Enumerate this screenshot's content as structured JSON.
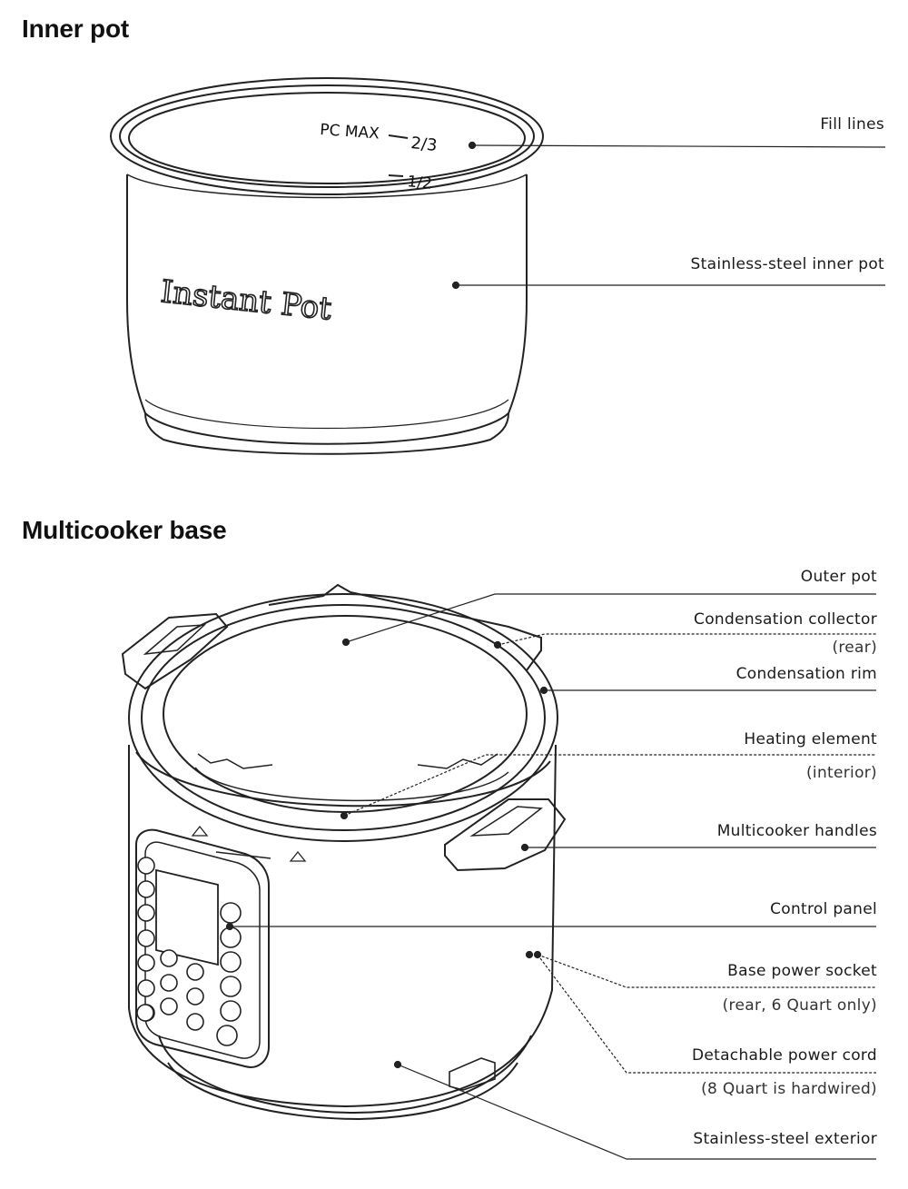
{
  "sections": {
    "inner_pot": {
      "title": "Inner pot"
    },
    "base": {
      "title": "Multicooker base"
    }
  },
  "pot_markings": {
    "max_line": "PC MAX",
    "two_thirds": "2/3",
    "half": "1/2",
    "logo": "Instant Pot"
  },
  "labels": {
    "fill_lines": "Fill lines",
    "inner_pot": "Stainless-steel inner pot",
    "outer_pot": "Outer pot",
    "condensation_collector": "Condensation collector",
    "condensation_collector_note": "(rear)",
    "condensation_rim": "Condensation rim",
    "heating_element": "Heating element",
    "heating_element_note": "(interior)",
    "handles": "Multicooker handles",
    "control_panel": "Control panel",
    "power_socket": "Base power socket",
    "power_socket_note": "(rear, 6 Quart only)",
    "power_cord": "Detachable power cord",
    "power_cord_note": "(8 Quart is hardwired)",
    "exterior": "Stainless-steel exterior"
  }
}
